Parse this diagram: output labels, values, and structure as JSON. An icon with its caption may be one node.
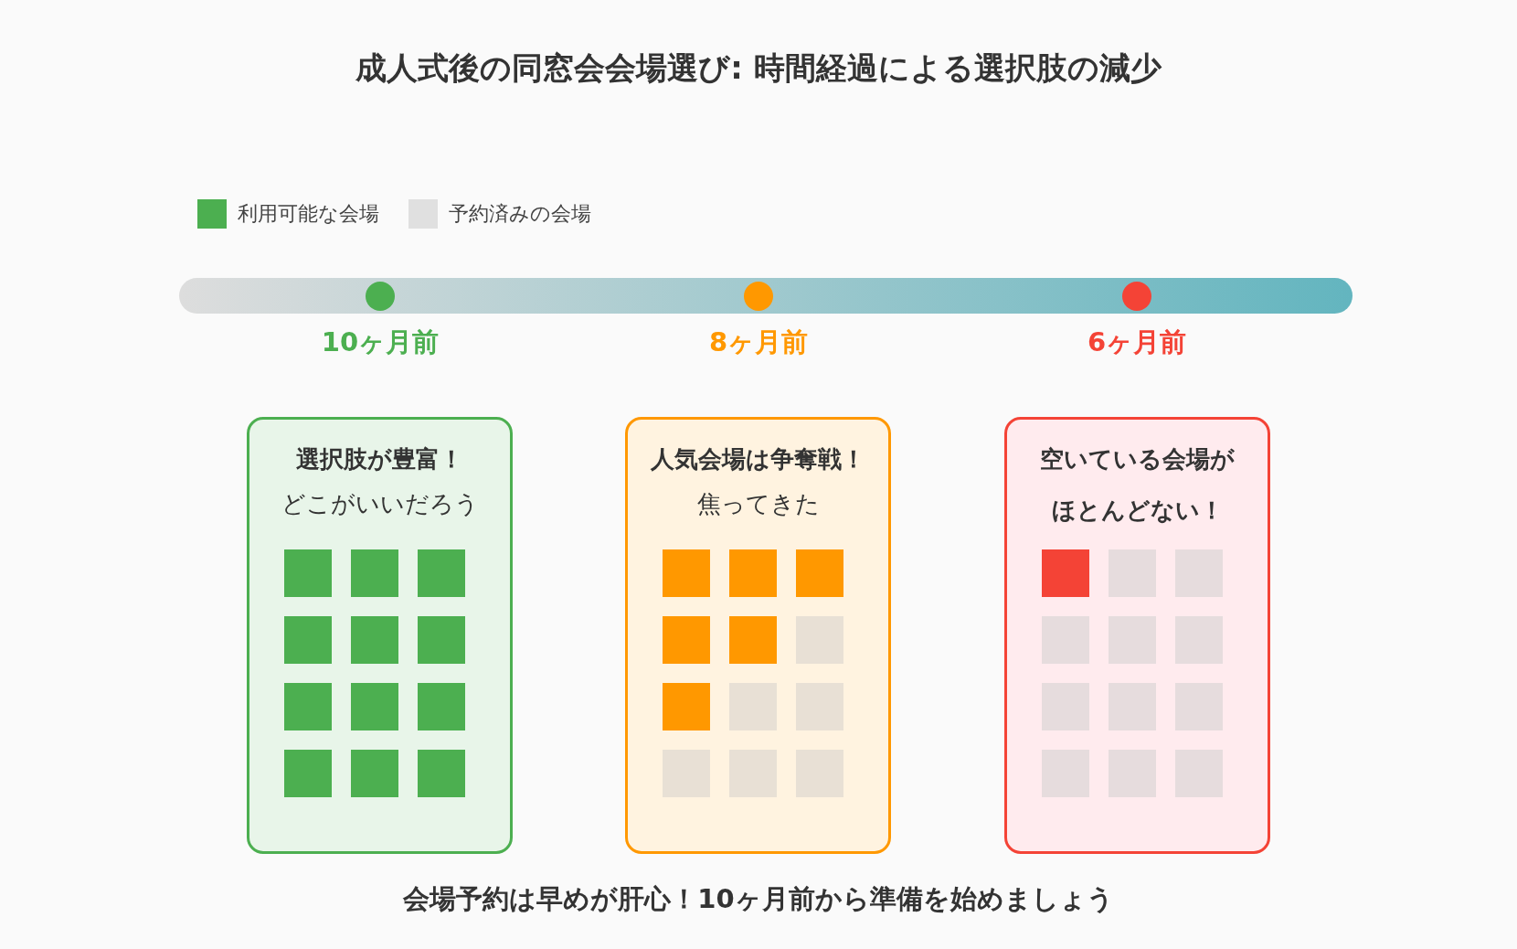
{
  "diagram": {
    "title": "成人式後の同窓会会場選び: 時間経過による選択肢の減少",
    "nodes": [
      {
        "text": [],
        "shape": "circle",
        "beside": [
          "10ヶ月前"
        ]
      },
      {
        "text": [],
        "shape": "circle",
        "beside": [
          "8ヶ月前"
        ]
      },
      {
        "text": [],
        "shape": "circle",
        "beside": [
          "6ヶ月前"
        ]
      },
      {
        "text": [
          "選択肢が豊富！",
          "どこがいいだろう"
        ]
      },
      {
        "text": [
          "人気会場は争奪戦！",
          "焦ってきた"
        ]
      },
      {
        "text": [
          "空いている会場がほとんどない！"
        ]
      }
    ],
    "legend": [
      {
        "text": "利用可能な会場",
        "color": "#4caf50"
      },
      {
        "text": "予約済みの会場",
        "color": "#e0e0e0"
      }
    ],
    "caption": "会場予約は早めが肝心！10ヶ月前から準備を始めましょう"
  }
}
